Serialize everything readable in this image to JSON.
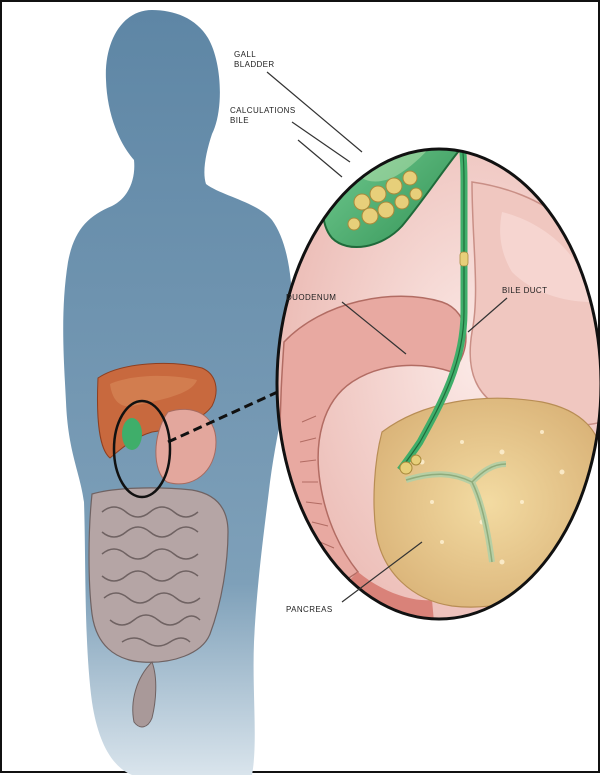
{
  "labels": {
    "gall_bladder": "GALL\nBLADDER",
    "calculations_bile": "CALCULATIONS\nBILE",
    "duodenum": "DUODENUM",
    "bile_duct": "BILE DUCT",
    "pancreas": "PANCREAS"
  },
  "colors": {
    "silhouette": "#5f86a3",
    "liver": "#c8693e",
    "gallbladder": "#3fae6a",
    "stone": "#e7cf7a",
    "stomach": "#f0c7c0",
    "pancreas": "#e9c98a",
    "intestine": "#9e8f8f",
    "outline": "#111111"
  }
}
